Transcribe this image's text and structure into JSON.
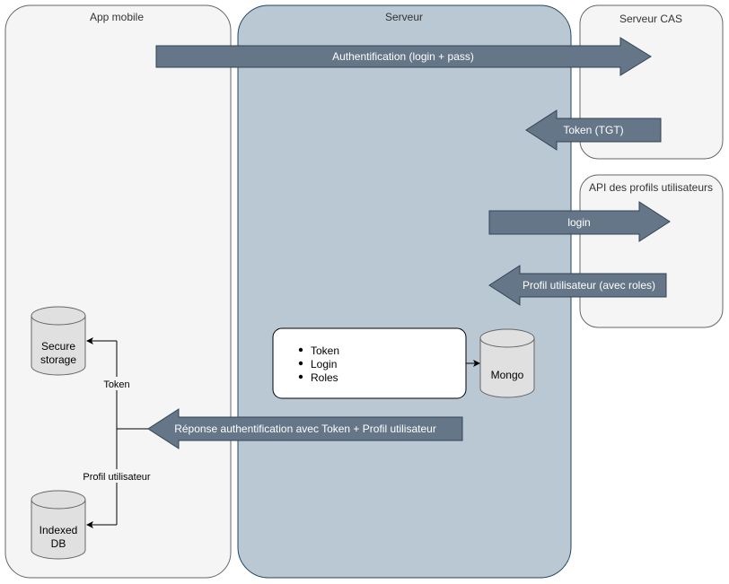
{
  "containers": {
    "app_mobile": {
      "title": "App mobile"
    },
    "serveur": {
      "title": "Serveur"
    },
    "serveur_cas": {
      "title": "Serveur CAS"
    },
    "api_profils": {
      "title": "API des profils utilisateurs"
    }
  },
  "arrows": {
    "authentification": {
      "label": "Authentification (login + pass)",
      "direction": "right"
    },
    "token_tgt": {
      "label": "Token (TGT)",
      "direction": "left"
    },
    "login": {
      "label": "login",
      "direction": "right"
    },
    "profil_roles": {
      "label": "Profil utilisateur (avec roles)",
      "direction": "left"
    },
    "reponse": {
      "label": "Réponse authentification avec Token + Profil utilisateur",
      "direction": "left"
    }
  },
  "databases": {
    "secure_storage": {
      "line1": "Secure",
      "line2": "storage"
    },
    "indexed_db": {
      "line1": "Indexed",
      "line2": "DB"
    },
    "mongo": {
      "label": "Mongo"
    }
  },
  "session_box": {
    "items": [
      "Token",
      "Login",
      "Roles"
    ]
  },
  "connectors": {
    "token_label": "Token",
    "profil_label": "Profil utilisateur"
  },
  "colors": {
    "container_fill": "#f5f5f5",
    "container_stroke": "#666666",
    "server_fill": "#bac8d3",
    "server_stroke": "#23445d",
    "arrow_fill": "#647687",
    "arrow_stroke": "#314354",
    "db_fill": "#e0e0e0",
    "db_stroke": "#666666"
  }
}
